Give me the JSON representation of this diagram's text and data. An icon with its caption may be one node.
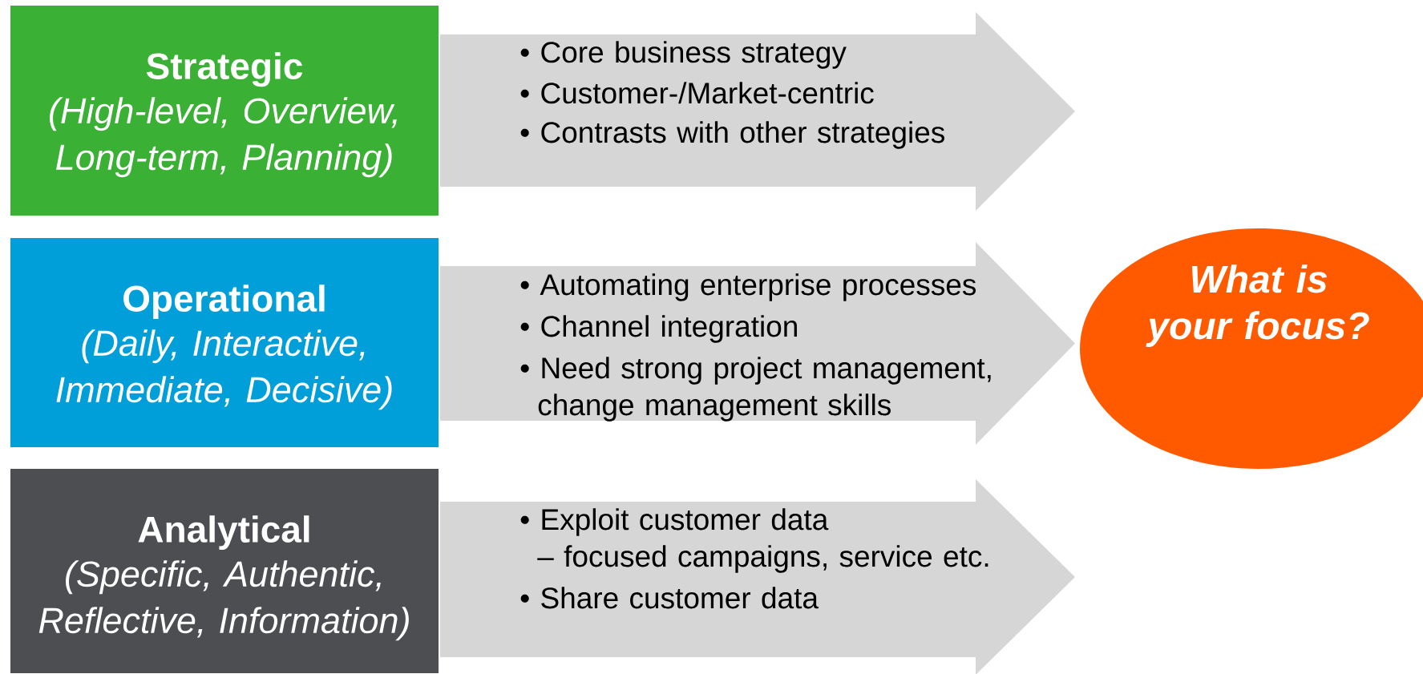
{
  "diagram": {
    "nodes": [
      {
        "text": [
          "Strategic",
          "(High-level, Overview, Long-term, Planning)"
        ]
      },
      {
        "text": [
          "• Core business strategy",
          "• Customer-/Market-centric",
          "• Contrasts with other strategies"
        ]
      },
      {
        "text": [
          "Operational",
          "(Daily, Interactive, Immediate, Decisive)"
        ]
      },
      {
        "text": [
          "• Automating enterprise processes",
          "• Channel integration",
          "• Need strong project management, change management skills"
        ]
      },
      {
        "text": [
          "Analytical",
          "(Specific, Authentic, Reflective, Information)"
        ]
      },
      {
        "text": [
          "• Exploit customer data",
          "– focused campaigns, service etc.",
          "• Share customer data"
        ]
      },
      {
        "text": [
          "What is your focus?"
        ]
      }
    ]
  }
}
